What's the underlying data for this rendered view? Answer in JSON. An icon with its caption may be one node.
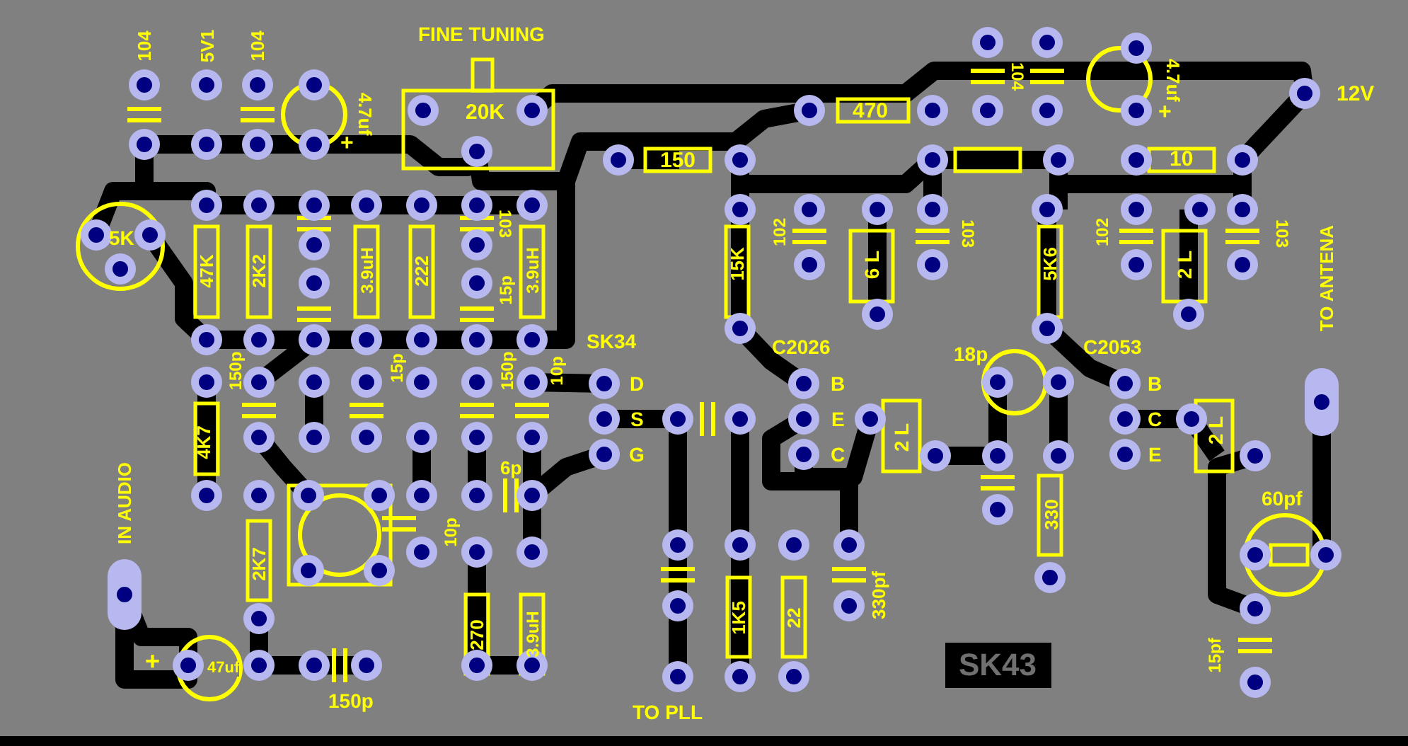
{
  "diagram": {
    "labels": [
      "104",
      "5V1",
      "104",
      "FINE TUNING",
      "4.7uf",
      "+",
      "20K",
      "104",
      "4.7uf",
      "+",
      "12V",
      "470",
      "150",
      "10",
      "5K",
      "47K",
      "2K2",
      "3.9uH",
      "222",
      "103",
      "15p",
      "3.9uH",
      "102",
      "15K",
      "6 L",
      "103",
      "5K6",
      "102",
      "2 L",
      "103",
      "TO ANTENA",
      "SK34",
      "C2026",
      "18p",
      "C2053",
      "D",
      "S",
      "G",
      "B",
      "E",
      "C",
      "B",
      "C",
      "E",
      "150p",
      "15p",
      "150p",
      "10p",
      "4K7",
      "2 L",
      "2 L",
      "IN AUDIO",
      "6p",
      "10p",
      "60pf",
      "330",
      "2K7",
      "270",
      "3.9uH",
      "1K5",
      "22",
      "330pf",
      "15pf",
      "+",
      "47uf",
      "150p",
      "TO PLL",
      "SK43"
    ]
  }
}
